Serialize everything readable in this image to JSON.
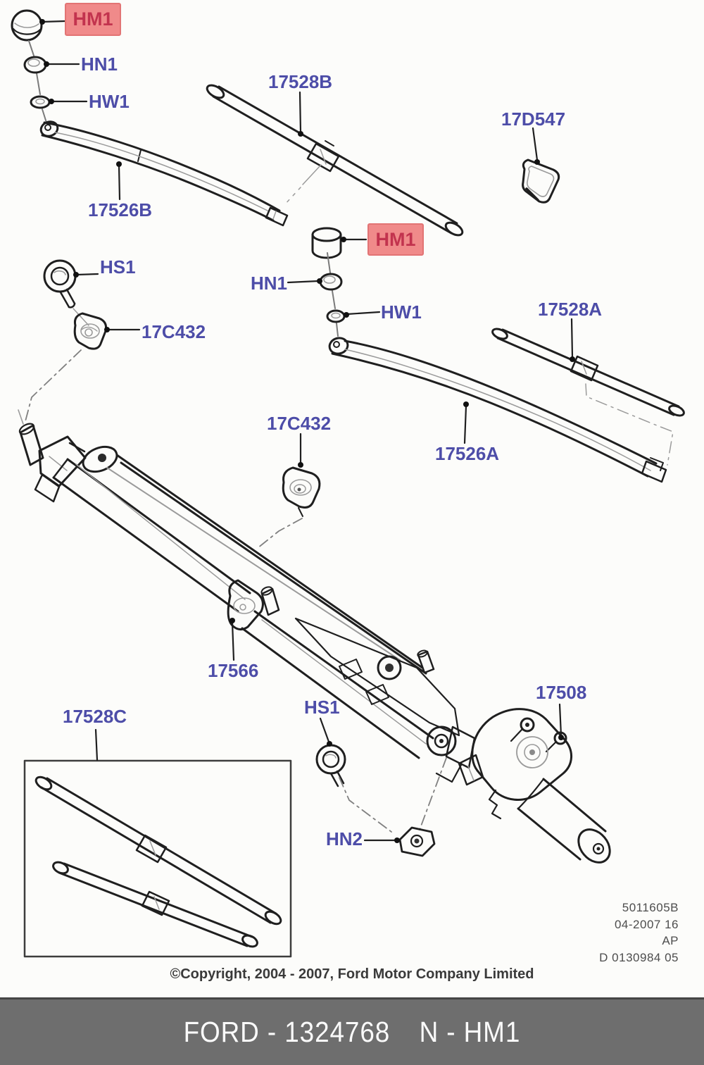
{
  "diagram": {
    "labels": {
      "hm1_top": "HM1",
      "hn1_top": "HN1",
      "hw1_top": "HW1",
      "arm_b": "17526B",
      "blade_b": "17528B",
      "clip": "17D547",
      "hm1_mid": "HM1",
      "hn1_mid": "HN1",
      "hw1_mid": "HW1",
      "blade_a": "17528A",
      "arm_a": "17526A",
      "screw_left": "HS1",
      "grommet_left": "17C432",
      "grommet_mid": "17C432",
      "linkage": "17566",
      "screw_lower": "HS1",
      "motor": "17508",
      "blade_kit": "17528C",
      "nut_lower": "HN2"
    },
    "colors": {
      "label_text": "#4d4da8",
      "highlight_fill": "#f08a8a",
      "highlight_border": "#e27474",
      "highlight_text": "#c2334e",
      "line_art": "#1f1f1f"
    }
  },
  "stamp": {
    "lines": [
      "5011605B",
      "04-2007 16",
      "AP",
      "D 0130984 05"
    ]
  },
  "copyright_text": "©Copyright, 2004 - 2007, Ford Motor Company Limited",
  "footer": {
    "part_ref": "FORD - 1324768",
    "item_ref": "N - HM1",
    "bar_color": "#6e6e6e"
  }
}
